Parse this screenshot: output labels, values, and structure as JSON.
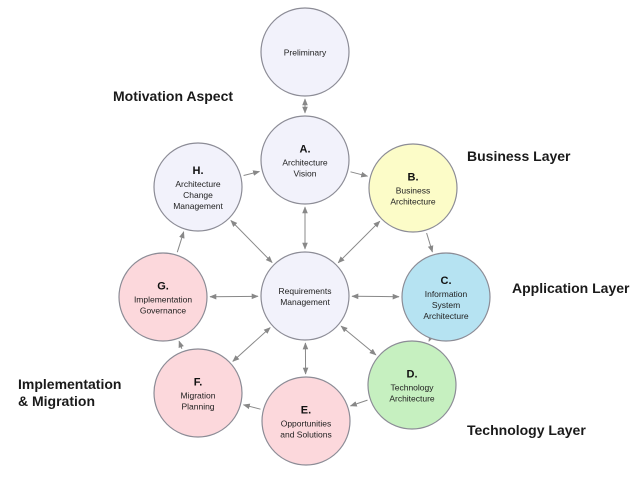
{
  "aspects": {
    "motivation": "Motivation Aspect",
    "business": "Business Layer",
    "application": "Application Layer",
    "technology": "Technology Layer",
    "implementation_line1": "Implementation",
    "implementation_line2": "& Migration"
  },
  "nodes": {
    "preliminary": {
      "letter": "",
      "lines": [
        "Preliminary"
      ],
      "fill": "#f2f2fb",
      "stroke": "#8c8c96"
    },
    "a": {
      "letter": "A.",
      "lines": [
        "Architecture",
        "Vision"
      ],
      "fill": "#f2f2fb",
      "stroke": "#8c8c96"
    },
    "b": {
      "letter": "B.",
      "lines": [
        "Business",
        "Architecture"
      ],
      "fill": "#fcfcc8",
      "stroke": "#8c8c96"
    },
    "c": {
      "letter": "C.",
      "lines": [
        "Information",
        "System",
        "Architecture"
      ],
      "fill": "#b6e3f2",
      "stroke": "#8c8c96"
    },
    "d": {
      "letter": "D.",
      "lines": [
        "Technology",
        "Architecture"
      ],
      "fill": "#c6f0c0",
      "stroke": "#8c8c96"
    },
    "e": {
      "letter": "E.",
      "lines": [
        "Opportunities",
        "and Solutions"
      ],
      "fill": "#fcd8dc",
      "stroke": "#8c8c96"
    },
    "f": {
      "letter": "F.",
      "lines": [
        "Migration",
        "Planning"
      ],
      "fill": "#fcd8dc",
      "stroke": "#8c8c96"
    },
    "g": {
      "letter": "G.",
      "lines": [
        "Implementation",
        "Governance"
      ],
      "fill": "#fcd8dc",
      "stroke": "#8c8c96"
    },
    "h": {
      "letter": "H.",
      "lines": [
        "Architecture",
        "Change",
        "Management"
      ],
      "fill": "#f2f2fb",
      "stroke": "#8c8c96"
    },
    "requirements": {
      "letter": "",
      "lines": [
        "Requirements",
        "Management"
      ],
      "fill": "#f2f2fb",
      "stroke": "#8c8c96"
    }
  },
  "colors": {
    "arrow": "#888888",
    "label": "#1a1a1a"
  }
}
